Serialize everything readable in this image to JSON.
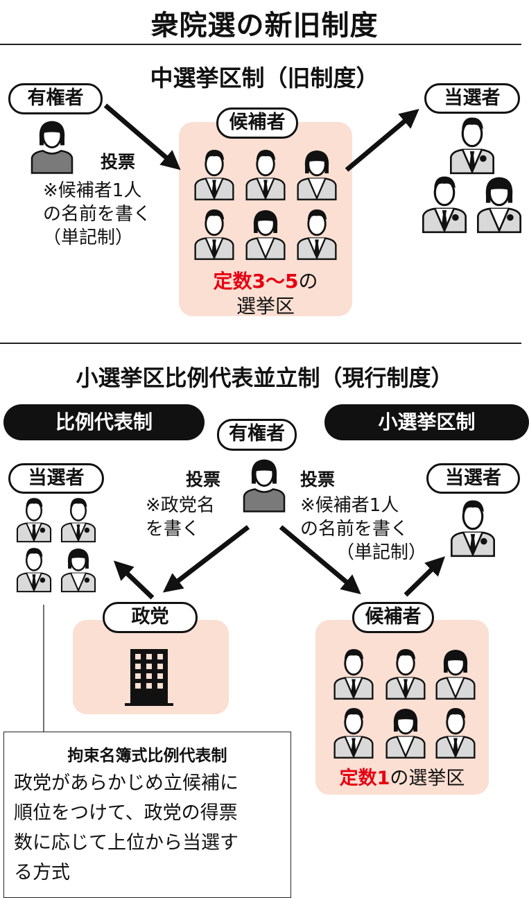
{
  "title": "衆院選の新旧制度",
  "old": {
    "heading": "中選挙区制（旧制度）",
    "voter_label": "有権者",
    "vote_label": "投票",
    "note_lines": [
      "※候補者1人",
      "の名前を書く",
      "（単記制）"
    ],
    "candidates_label": "候補者",
    "district_red": "定数3～5",
    "district_suffix": "の",
    "district_line2": "選挙区",
    "winners_label": "当選者"
  },
  "new": {
    "heading": "小選挙区比例代表並立制（現行制度）",
    "pr_pill": "比例代表制",
    "smd_pill": "小選挙区制",
    "voter_label": "有権者",
    "vote_left": "投票",
    "note_left": [
      "※政党名",
      "を書く"
    ],
    "vote_right": "投票",
    "note_right": [
      "※候補者1人",
      "の名前を書く",
      "（単記制）"
    ],
    "winners_left": "当選者",
    "winners_right": "当選者",
    "party_label": "政党",
    "candidates_label": "候補者",
    "district_red": "定数1",
    "district_suffix": "の選挙区",
    "callout_title": "拘束名簿式比例代表制",
    "callout_lines": [
      "政党があらかじめ立候補に",
      "順位をつけて、政党の得票",
      "数に応じて上位から当選す",
      "る方式"
    ]
  },
  "colors": {
    "box": "#fadfd2",
    "accent": "#e60012",
    "suit": "#d9d9d9",
    "voter_shirt": "#7a7a7a"
  }
}
